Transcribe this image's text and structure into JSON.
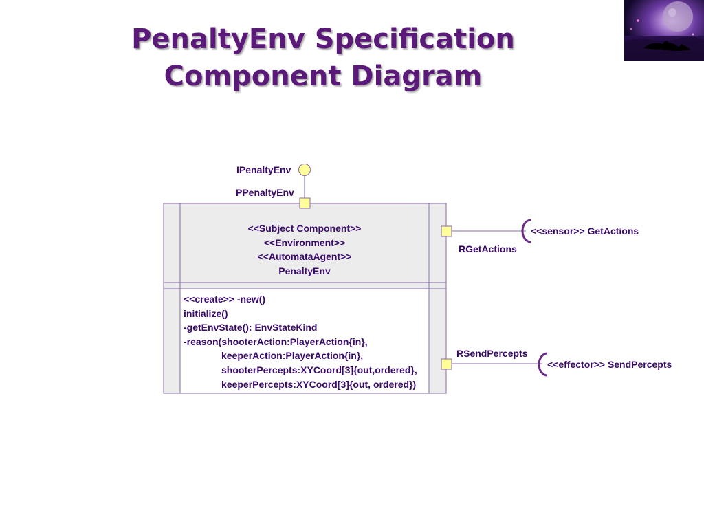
{
  "slide": {
    "title_line1": "PenaltyEnv Specification",
    "title_line2": "Component Diagram"
  },
  "diagram": {
    "provided_interface": "IPenaltyEnv",
    "provided_port": "PPenaltyEnv",
    "stereotypes": [
      "<<Subject Component>>",
      "<<Environment>>",
      "<<AutomataAgent>>"
    ],
    "component_name": "PenaltyEnv",
    "operations": [
      "<<create>> -new()",
      "initialize()",
      "-getEnvState(): EnvStateKind",
      "-reason(shooterAction:PlayerAction{in},",
      "keeperAction:PlayerAction{in},",
      "shooterPercepts:XYCoord[3]{out,ordered},",
      "keeperPercepts:XYCoord[3]{out, ordered})"
    ],
    "port_getactions": "RGetActions",
    "required_getactions": "<<sensor>> GetActions",
    "port_sendpercepts": "RSendPercepts",
    "required_sendpercepts": "<<effector>> SendPercepts"
  },
  "colors": {
    "title": "#5b1a7a",
    "border": "#8a6aa8",
    "box_fill": "#ececec",
    "port_fill": "#ffff99",
    "text": "#3a0a6b"
  },
  "icons": {
    "corner_image": "night-sea-orca-image"
  }
}
